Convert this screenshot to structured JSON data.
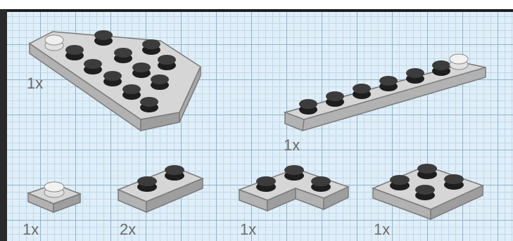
{
  "parts": [
    {
      "id": "wedge-plate-large",
      "quantity": "1x"
    },
    {
      "id": "plate-2x8",
      "quantity": "1x"
    },
    {
      "id": "plate-1x1",
      "quantity": "1x"
    },
    {
      "id": "plate-2x2-small",
      "quantity": "2x"
    },
    {
      "id": "plate-2x2-corner",
      "quantity": "1x"
    },
    {
      "id": "plate-2x2",
      "quantity": "1x"
    }
  ],
  "colors": {
    "grid_background": "#dfeef8",
    "grid_major": "#8fb3cc",
    "grid_minor": "#c1d9ea",
    "brick_top": "#d6d6d6",
    "brick_side": "#b2b2b2",
    "stud_dark": "#2b2b2b",
    "stud_light": "#e2e2e2",
    "quantity_text": "#6a6a6a"
  }
}
